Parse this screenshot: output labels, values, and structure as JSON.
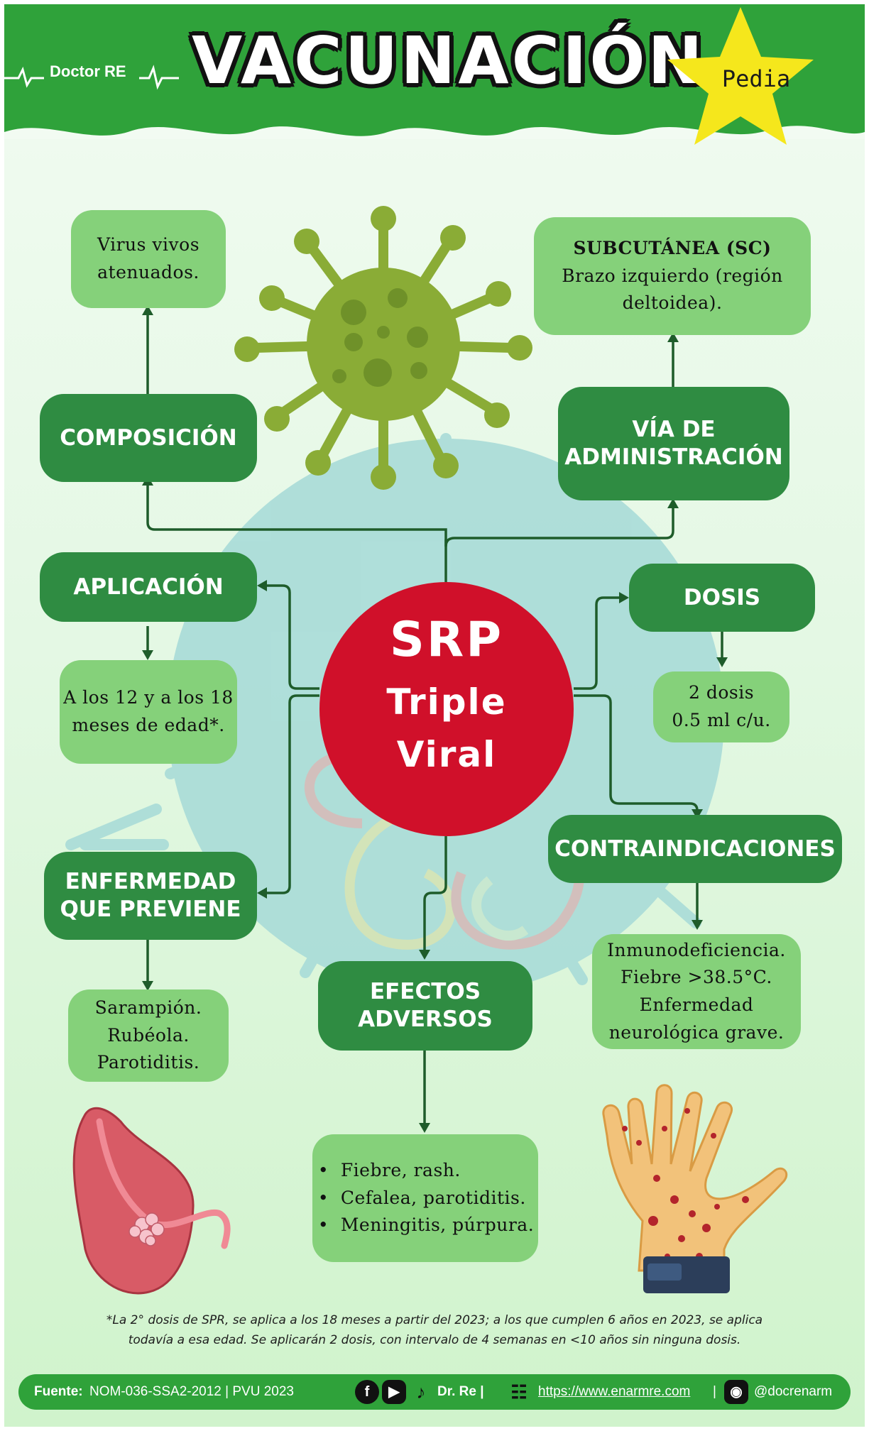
{
  "header": {
    "brand": "Doctor RE",
    "title": "VACUNACIÓN",
    "badge": "Pedia"
  },
  "center": {
    "line1": "SRP",
    "line2": "Triple",
    "line3": "Viral"
  },
  "nodes": {
    "composicion": "COMPOSICIÓN",
    "via_line1": "VÍA DE",
    "via_line2": "ADMINISTRACIÓN",
    "aplicacion": "APLICACIÓN",
    "dosis": "DOSIS",
    "contraindicaciones": "CONTRAINDICACIONES",
    "enfermedad_line1": "ENFERMEDAD",
    "enfermedad_line2": "QUE PREVIENE",
    "efectos_line1": "EFECTOS",
    "efectos_line2": "ADVERSOS"
  },
  "info": {
    "composicion": [
      "Virus vivos",
      "atenuados."
    ],
    "via_title": "SUBCUTÁNEA (SC)",
    "via_lines": [
      "Brazo izquierdo (región",
      "deltoidea)."
    ],
    "aplicacion": [
      "A los 12 y a los 18",
      "meses de edad*."
    ],
    "dosis": [
      "2 dosis",
      "0.5 ml c/u."
    ],
    "contraindicaciones": [
      "Inmunodeficiencia.",
      "Fiebre >38.5°C.",
      "Enfermedad",
      "neurológica grave."
    ],
    "enfermedad": [
      "Sarampión.",
      "Rubéola.",
      "Parotiditis."
    ],
    "efectos": [
      "Fiebre, rash.",
      "Cefalea, parotiditis.",
      "Meningitis, púrpura."
    ]
  },
  "footnote": [
    "*La 2° dosis de SPR, se aplica a los 18 meses a partir del 2023; a los que cumplen 6 años en 2023, se aplica",
    "todavía a esa edad. Se aplicarán 2 dosis, con intervalo de 4 semanas en <10 años sin ninguna dosis."
  ],
  "footer": {
    "source_label": "Fuente:",
    "source_value": "NOM-036-SSA2-2012 | PVU 2023",
    "social_name": "Dr. Re |",
    "website": "https://www.enarmre.com",
    "separator": "|",
    "handle": "@docrenarm"
  },
  "colors": {
    "header_green": "#2fa23a",
    "node_green": "#2f8c42",
    "info_green": "#85d17a",
    "center_red": "#d0102a",
    "star_yellow": "#f5e71c",
    "virus_green": "#8aac36"
  },
  "icons": [
    "ecg-line-icon",
    "star-icon",
    "virus-illustration",
    "parotid-gland-illustration",
    "rash-hand-illustration",
    "facebook-icon",
    "youtube-icon",
    "tiktok-icon",
    "globe-icon",
    "instagram-icon"
  ]
}
